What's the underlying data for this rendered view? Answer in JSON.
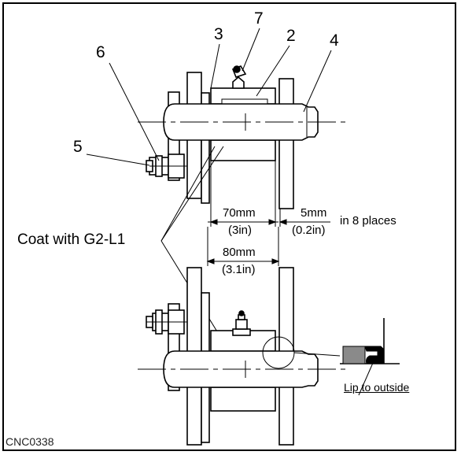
{
  "figure_code": "CNC0338",
  "part_numbers": {
    "p2": "2",
    "p3": "3",
    "p4": "4",
    "p5": "5",
    "p6": "6",
    "p7": "7"
  },
  "dimensions": {
    "d70_mm": "70mm",
    "d70_in": "(3in)",
    "d5_mm": "5mm",
    "d5_in": "(0.2in)",
    "d5_note": "in 8 places",
    "d80_mm": "80mm",
    "d80_in": "(3.1in)"
  },
  "notes": {
    "coat": "Coat with G2-L1",
    "lip": "Lip to outside"
  }
}
